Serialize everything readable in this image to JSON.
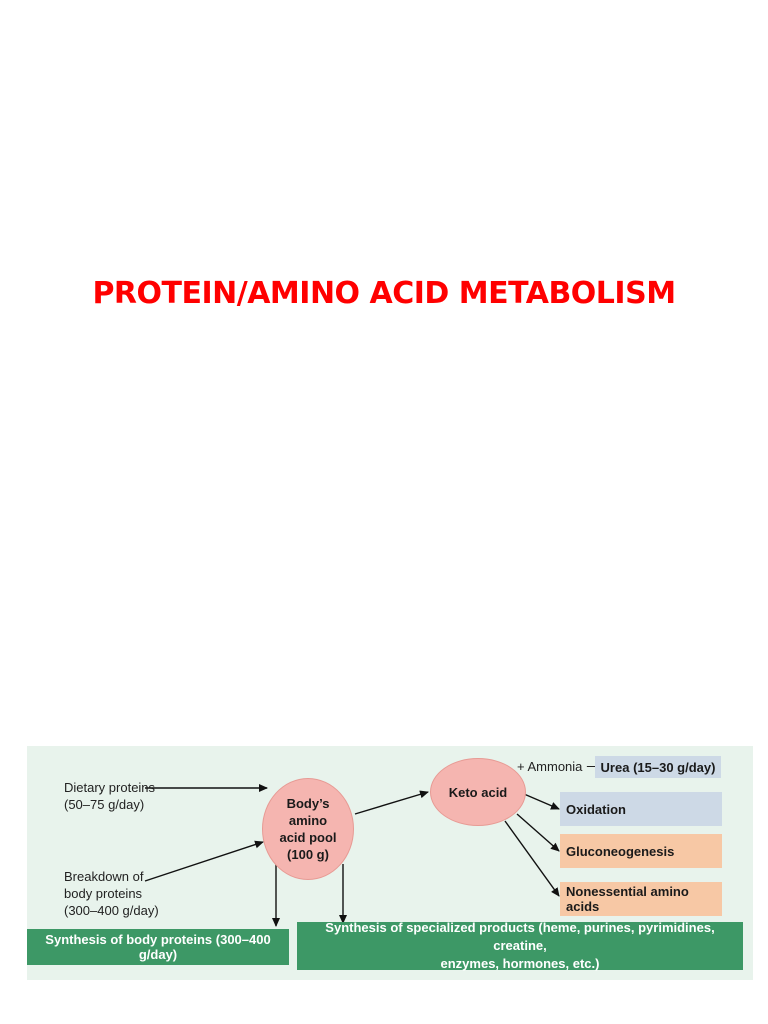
{
  "slide": {
    "title": "PROTEIN/AMINO ACID METABOLISM"
  },
  "diagram": {
    "inputs": {
      "dietary": {
        "label": "Dietary proteins",
        "amount": "(50–75 g/day)"
      },
      "breakdown": {
        "line1": "Breakdown of",
        "line2": "body proteins",
        "amount": "(300–400 g/day)"
      }
    },
    "pool": {
      "line1": "Body’s",
      "line2": "amino",
      "line3": "acid pool",
      "line4": "(100 g)"
    },
    "keto_acid": "Keto acid",
    "urea_path": {
      "prefix": "+  Ammonia",
      "arrow": "⟶",
      "product": "Urea (15–30 g/day)"
    },
    "fates": [
      {
        "label": "Oxidation",
        "color": "#cdd9e6"
      },
      {
        "label": "Gluconeogenesis",
        "color": "#f7c8a5"
      },
      {
        "label": "Nonessential amino acids",
        "color": "#f7c8a5"
      }
    ],
    "outputs": {
      "body_proteins": "Synthesis of body proteins  (300–400 g/day)",
      "specialized_line1": "Synthesis of specialized products (heme, purines, pyrimidines, creatine,",
      "specialized_line2": "enzymes, hormones, etc.)"
    },
    "colors": {
      "panel": "#e8f3ec",
      "pool_fill": "#f5b5b0",
      "output_fill": "#3d9866",
      "title": "#ff0000"
    }
  }
}
